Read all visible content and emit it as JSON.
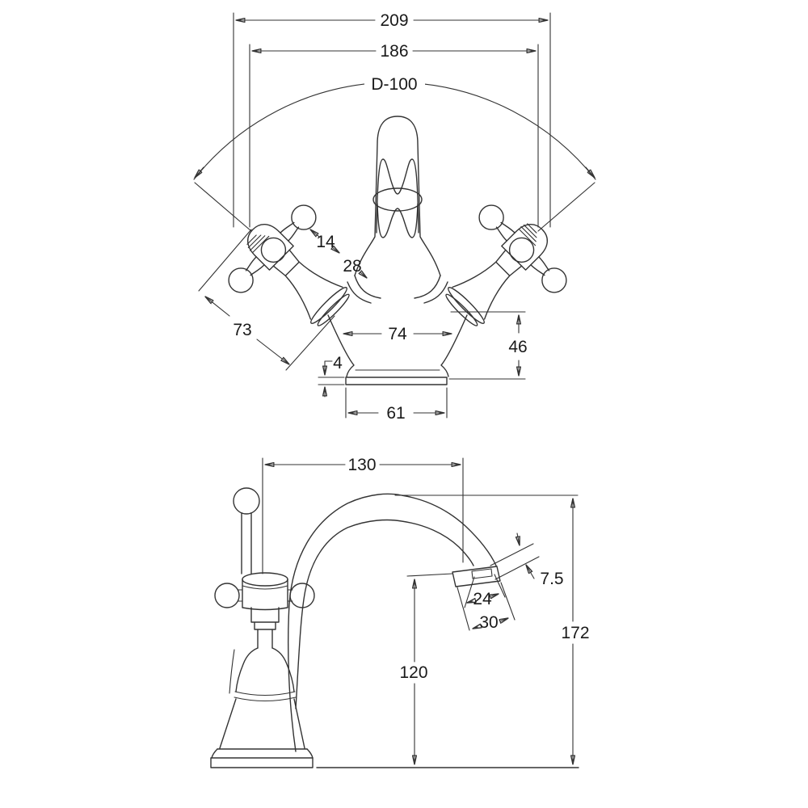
{
  "drawing": {
    "kind": "technical-dimension-drawing",
    "subject": "basin-mixer-tap",
    "background_color": "#ffffff",
    "line_color": "#333333",
    "text_color": "#1a1a1a",
    "views": {
      "front": {
        "label": "front-elevation",
        "dims": {
          "overall_width": "209",
          "centers_width": "186",
          "handle_swing_diameter": "D-100",
          "handle_ball": "14",
          "shoulder": "28",
          "handle_length": "73",
          "body_width": "74",
          "body_height": "46",
          "base_plate_thickness": "4",
          "base_width": "61"
        }
      },
      "side": {
        "label": "side-elevation",
        "dims": {
          "spout_reach": "130",
          "tip_lip": "7.5",
          "aerator_width": "24",
          "spout_end_width": "30",
          "outlet_height": "120",
          "overall_height": "172"
        }
      }
    }
  }
}
